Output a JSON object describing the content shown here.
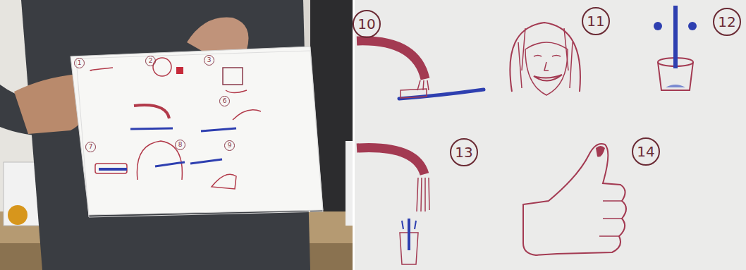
{
  "diagram": {
    "nodes": [
      {
        "text": [
          "1"
        ]
      },
      {
        "text": [
          "2"
        ]
      },
      {
        "text": [
          "3"
        ]
      },
      {
        "text": [
          "6"
        ]
      },
      {
        "text": [
          "7"
        ]
      },
      {
        "text": [
          "8"
        ]
      },
      {
        "text": [
          "9"
        ]
      },
      {
        "text": [
          "10"
        ]
      },
      {
        "text": [
          "11"
        ]
      },
      {
        "text": [
          "12"
        ]
      },
      {
        "text": [
          "13"
        ]
      },
      {
        "text": [
          "14"
        ]
      }
    ]
  }
}
